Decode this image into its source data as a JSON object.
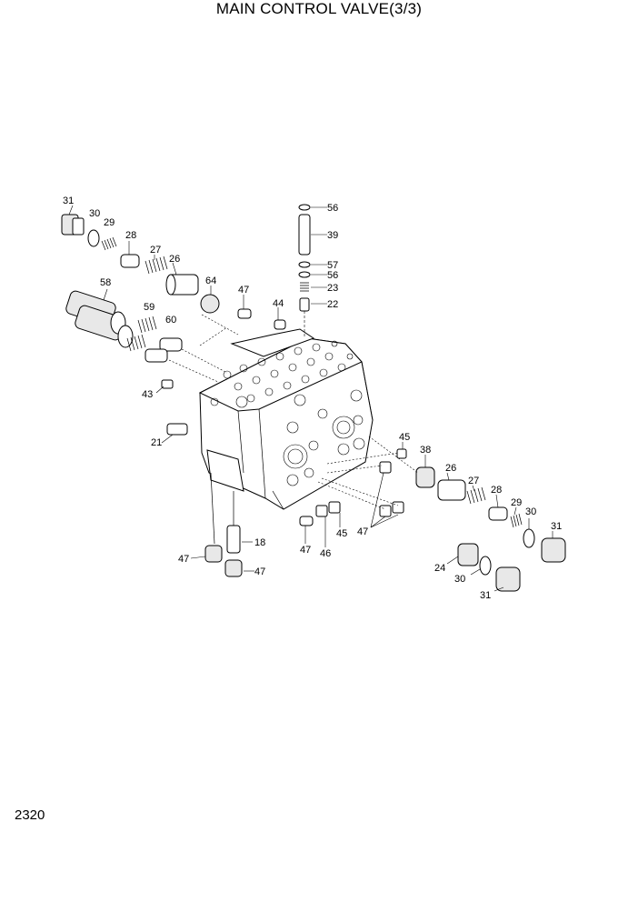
{
  "title": "MAIN CONTROL VALVE(3/3)",
  "page_number": "2320",
  "callouts": {
    "c31a": "31",
    "c30a": "30",
    "c29a": "29",
    "c28a": "28",
    "c27a": "27",
    "c26a": "26",
    "c64": "64",
    "c47a": "47",
    "c44": "44",
    "c58": "58",
    "c59": "59",
    "c60": "60",
    "c43": "43",
    "c56a": "56",
    "c39": "39",
    "c57": "57",
    "c56b": "56",
    "c23": "23",
    "c22": "22",
    "c21": "21",
    "c45a": "45",
    "c38": "38",
    "c26b": "26",
    "c27b": "27",
    "c28b": "28",
    "c29b": "29",
    "c30b": "30",
    "c31b": "31",
    "c18": "18",
    "c47b": "47",
    "c47c": "47",
    "c47d": "47",
    "c46": "46",
    "c45b": "45",
    "c47e": "47",
    "c24": "24",
    "c30c": "30",
    "c31c": "31"
  }
}
